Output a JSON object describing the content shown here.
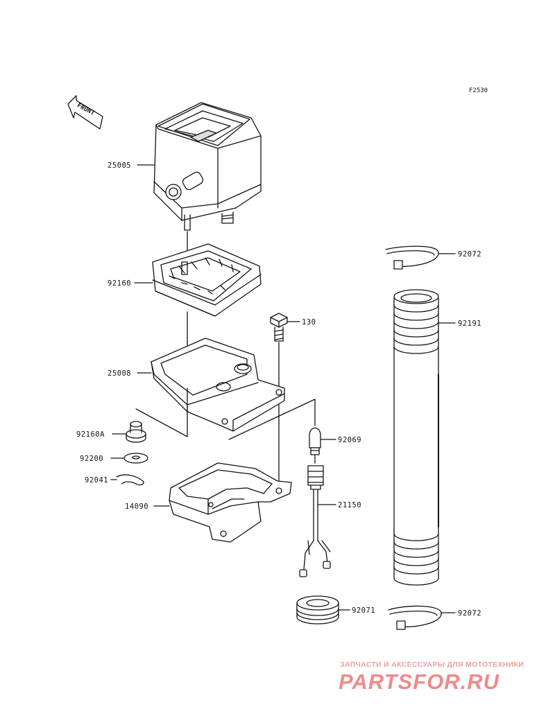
{
  "figure_code": "F2530",
  "front_label": "FRONT",
  "parts": [
    {
      "id": "speedometer",
      "number": "25005"
    },
    {
      "id": "gasket",
      "number": "92160"
    },
    {
      "id": "bolt",
      "number": "130"
    },
    {
      "id": "case",
      "number": "25008"
    },
    {
      "id": "damper",
      "number": "92160A"
    },
    {
      "id": "washer",
      "number": "92200"
    },
    {
      "id": "pin",
      "number": "92041"
    },
    {
      "id": "cover",
      "number": "14090"
    },
    {
      "id": "bulb",
      "number": "92069"
    },
    {
      "id": "socket",
      "number": "21150"
    },
    {
      "id": "grommet",
      "number": "92071"
    },
    {
      "id": "band-top",
      "number": "92072"
    },
    {
      "id": "tube",
      "number": "92191"
    },
    {
      "id": "band-bottom",
      "number": "92072"
    }
  ],
  "watermark": {
    "subtitle": "ЗАПЧАСТИ И АКСЕССУАРЫ ДЛЯ МОТОТЕХНИКИ",
    "logo": "PARTSFOR.RU",
    "color": "#ee8b8b"
  }
}
